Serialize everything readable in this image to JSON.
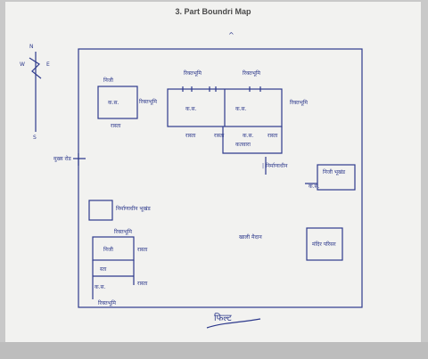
{
  "title": "3. Part Boundri Map",
  "compass": {
    "n": "N",
    "w": "W",
    "e": "E",
    "s": "S"
  },
  "labels": {
    "top_mark": "^",
    "road_left": "मुख्य रोड",
    "plot_a_top": "निजी",
    "plot_a_inner": "क.स.",
    "plot_a_bottom": "रास्ता",
    "left_of_block": "रिक्तभूमि",
    "block_top_1": "रिक्तभूमि",
    "block_top_2": "रिक्तभूमि",
    "block_right": "रिक्तभूमि",
    "block_inner_1": "क.स.",
    "block_inner_2": "क.स.",
    "block_bottom_1": "रास्ता",
    "block_bottom_2": "रास्ता",
    "block_bottom_3": "क.स.",
    "block_bottom_4": "रास्ता",
    "courtyard": "कतवारा",
    "side_label": "| निर्माणाधीन",
    "small_box": "निजी भूखंड",
    "small_box_mark": "क.स.",
    "left_box_1": "निर्माणाधीन भूखंड",
    "center_label": "खाली मैदान",
    "right_box": "मंदिर परिसर",
    "lower_top": "रिक्तभूमि",
    "lower_mid": "निजी",
    "lower_right_1": "रास्ता",
    "lower_right_2": "रास्ता",
    "lower_left_1": "स्ता",
    "lower_left_2": "क.स.",
    "lower_bottom": "रिक्तभूमि",
    "signature": "फिल्ट"
  }
}
